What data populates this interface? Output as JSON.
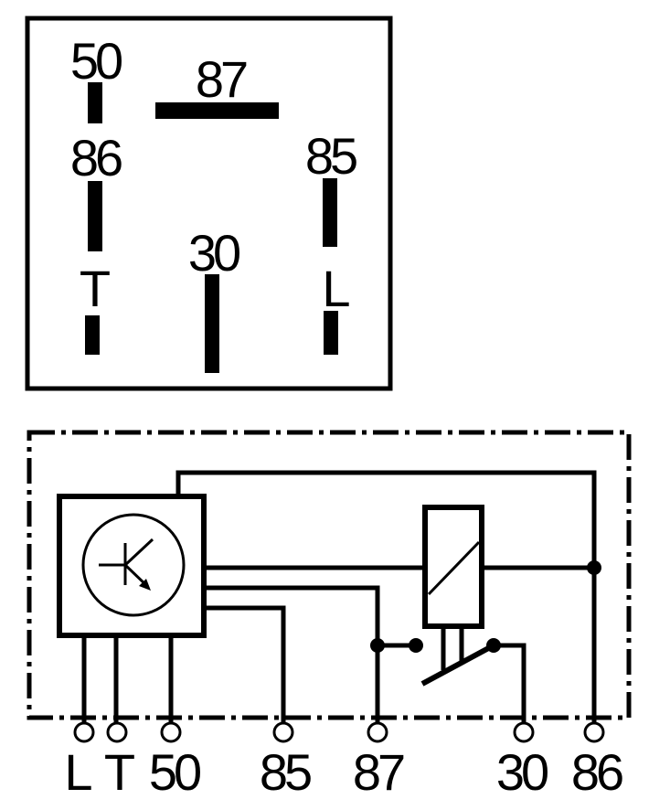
{
  "pinout": {
    "labels": {
      "p50": "50",
      "p87": "87",
      "p86": "86",
      "p85": "85",
      "p30": "30",
      "pT": "T",
      "pL": "L"
    }
  },
  "schematic": {
    "terminals": [
      "L",
      "T",
      "50",
      "85",
      "87",
      "30",
      "86"
    ]
  },
  "colors": {
    "ink": "#000000",
    "background": "#ffffff"
  }
}
